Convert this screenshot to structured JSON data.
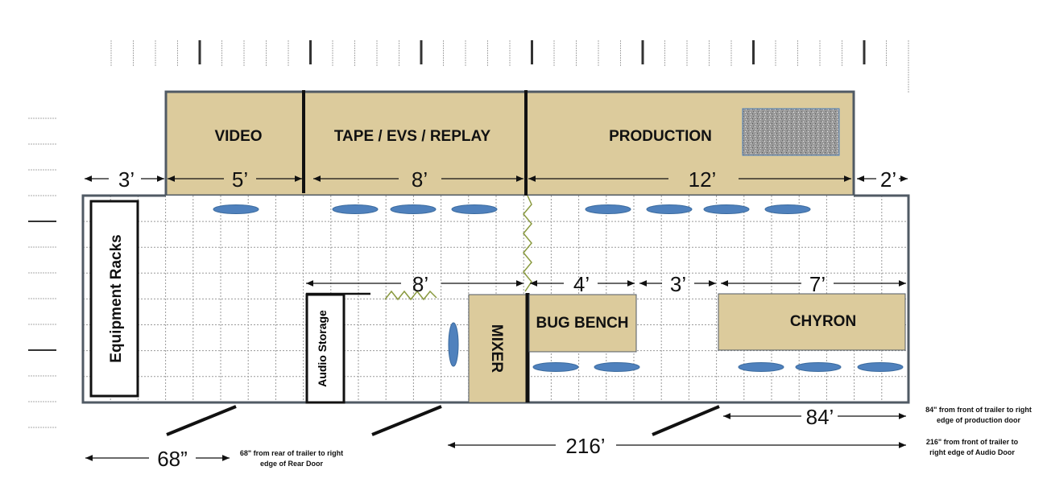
{
  "rooms": {
    "video": "VIDEO",
    "tape": "TAPE / EVS / REPLAY",
    "production": "PRODUCTION"
  },
  "stations": {
    "equipment_racks": "Equipment Racks",
    "audio_storage": "Audio Storage",
    "mixer": "MIXER",
    "bug_bench": "BUG BENCH",
    "chyron": "CHYRON"
  },
  "dimensions_top": [
    "3’",
    "5’",
    "8’",
    "12’",
    "2’"
  ],
  "dimensions_mid": [
    "8’",
    "4’",
    "3’",
    "7’"
  ],
  "bottom": {
    "d84": "84’",
    "d216": "216’",
    "d68": "68”",
    "note84_1": "84\" from front of trailer to right",
    "note84_2": "edge of production door",
    "note216_1": "216\" from front of trailer to",
    "note216_2": "right edge of Audio Door",
    "note68_1": "68\" from rear of trailer to right",
    "note68_2": "edge of Rear Door"
  },
  "colors": {
    "tan": "#dccb9c",
    "seat": "#4f81bd",
    "outline": "#505a64"
  }
}
